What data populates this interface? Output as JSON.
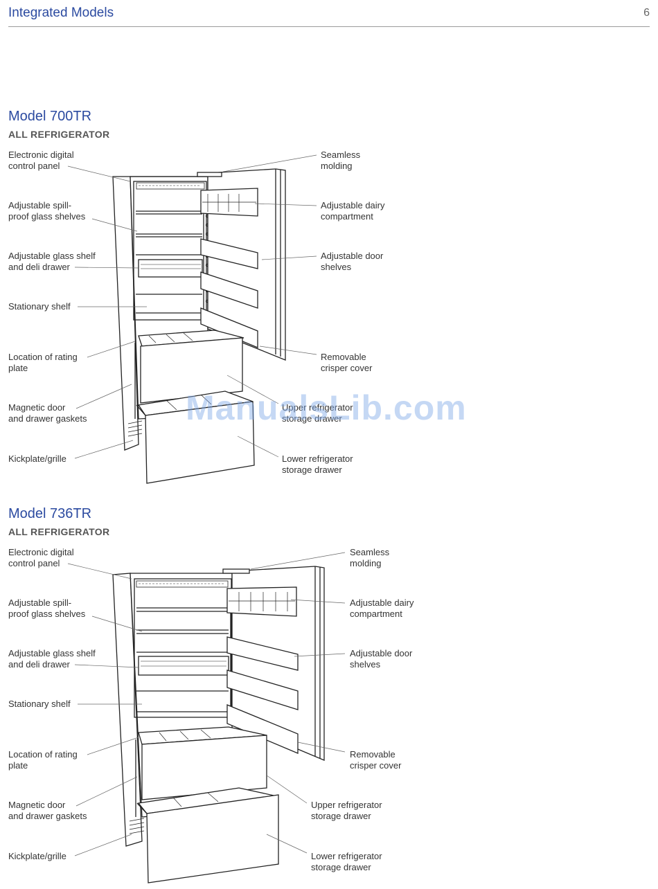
{
  "header": {
    "title": "Integrated Models",
    "page_number": "6"
  },
  "sections": [
    {
      "model": "Model 700TR",
      "subtitle": "ALL REFRIGERATOR",
      "left_labels": [
        [
          "Electronic digital",
          "control panel"
        ],
        [
          "Adjustable spill-",
          "proof glass shelves"
        ],
        [
          "Adjustable glass shelf",
          "and deli drawer"
        ],
        [
          "Stationary shelf"
        ],
        [
          "Location of rating",
          "plate"
        ],
        [
          "Magnetic door",
          "and drawer gaskets"
        ],
        [
          "Kickplate/grille"
        ]
      ],
      "right_labels": [
        [
          "Seamless",
          "molding"
        ],
        [
          "Adjustable dairy",
          "compartment"
        ],
        [
          "Adjustable door",
          "shelves"
        ],
        [
          "Removable",
          "crisper cover"
        ],
        [
          "Upper refrigerator",
          "storage drawer"
        ],
        [
          "Lower refrigerator",
          "storage drawer"
        ]
      ]
    },
    {
      "model": "Model 736TR",
      "subtitle": "ALL REFRIGERATOR",
      "left_labels": [
        [
          "Electronic digital",
          "control panel"
        ],
        [
          "Adjustable spill-",
          "proof glass shelves"
        ],
        [
          "Adjustable glass shelf",
          "and deli drawer"
        ],
        [
          "Stationary shelf"
        ],
        [
          "Location of rating",
          "plate"
        ],
        [
          "Magnetic door",
          "and drawer gaskets"
        ],
        [
          "Kickplate/grille"
        ]
      ],
      "right_labels": [
        [
          "Seamless",
          "molding"
        ],
        [
          "Adjustable dairy",
          "compartment"
        ],
        [
          "Adjustable door",
          "shelves"
        ],
        [
          "Removable",
          "crisper cover"
        ],
        [
          "Upper refrigerator",
          "storage drawer"
        ],
        [
          "Lower refrigerator",
          "storage drawer"
        ]
      ]
    }
  ],
  "watermark": "ManualsLib.com"
}
